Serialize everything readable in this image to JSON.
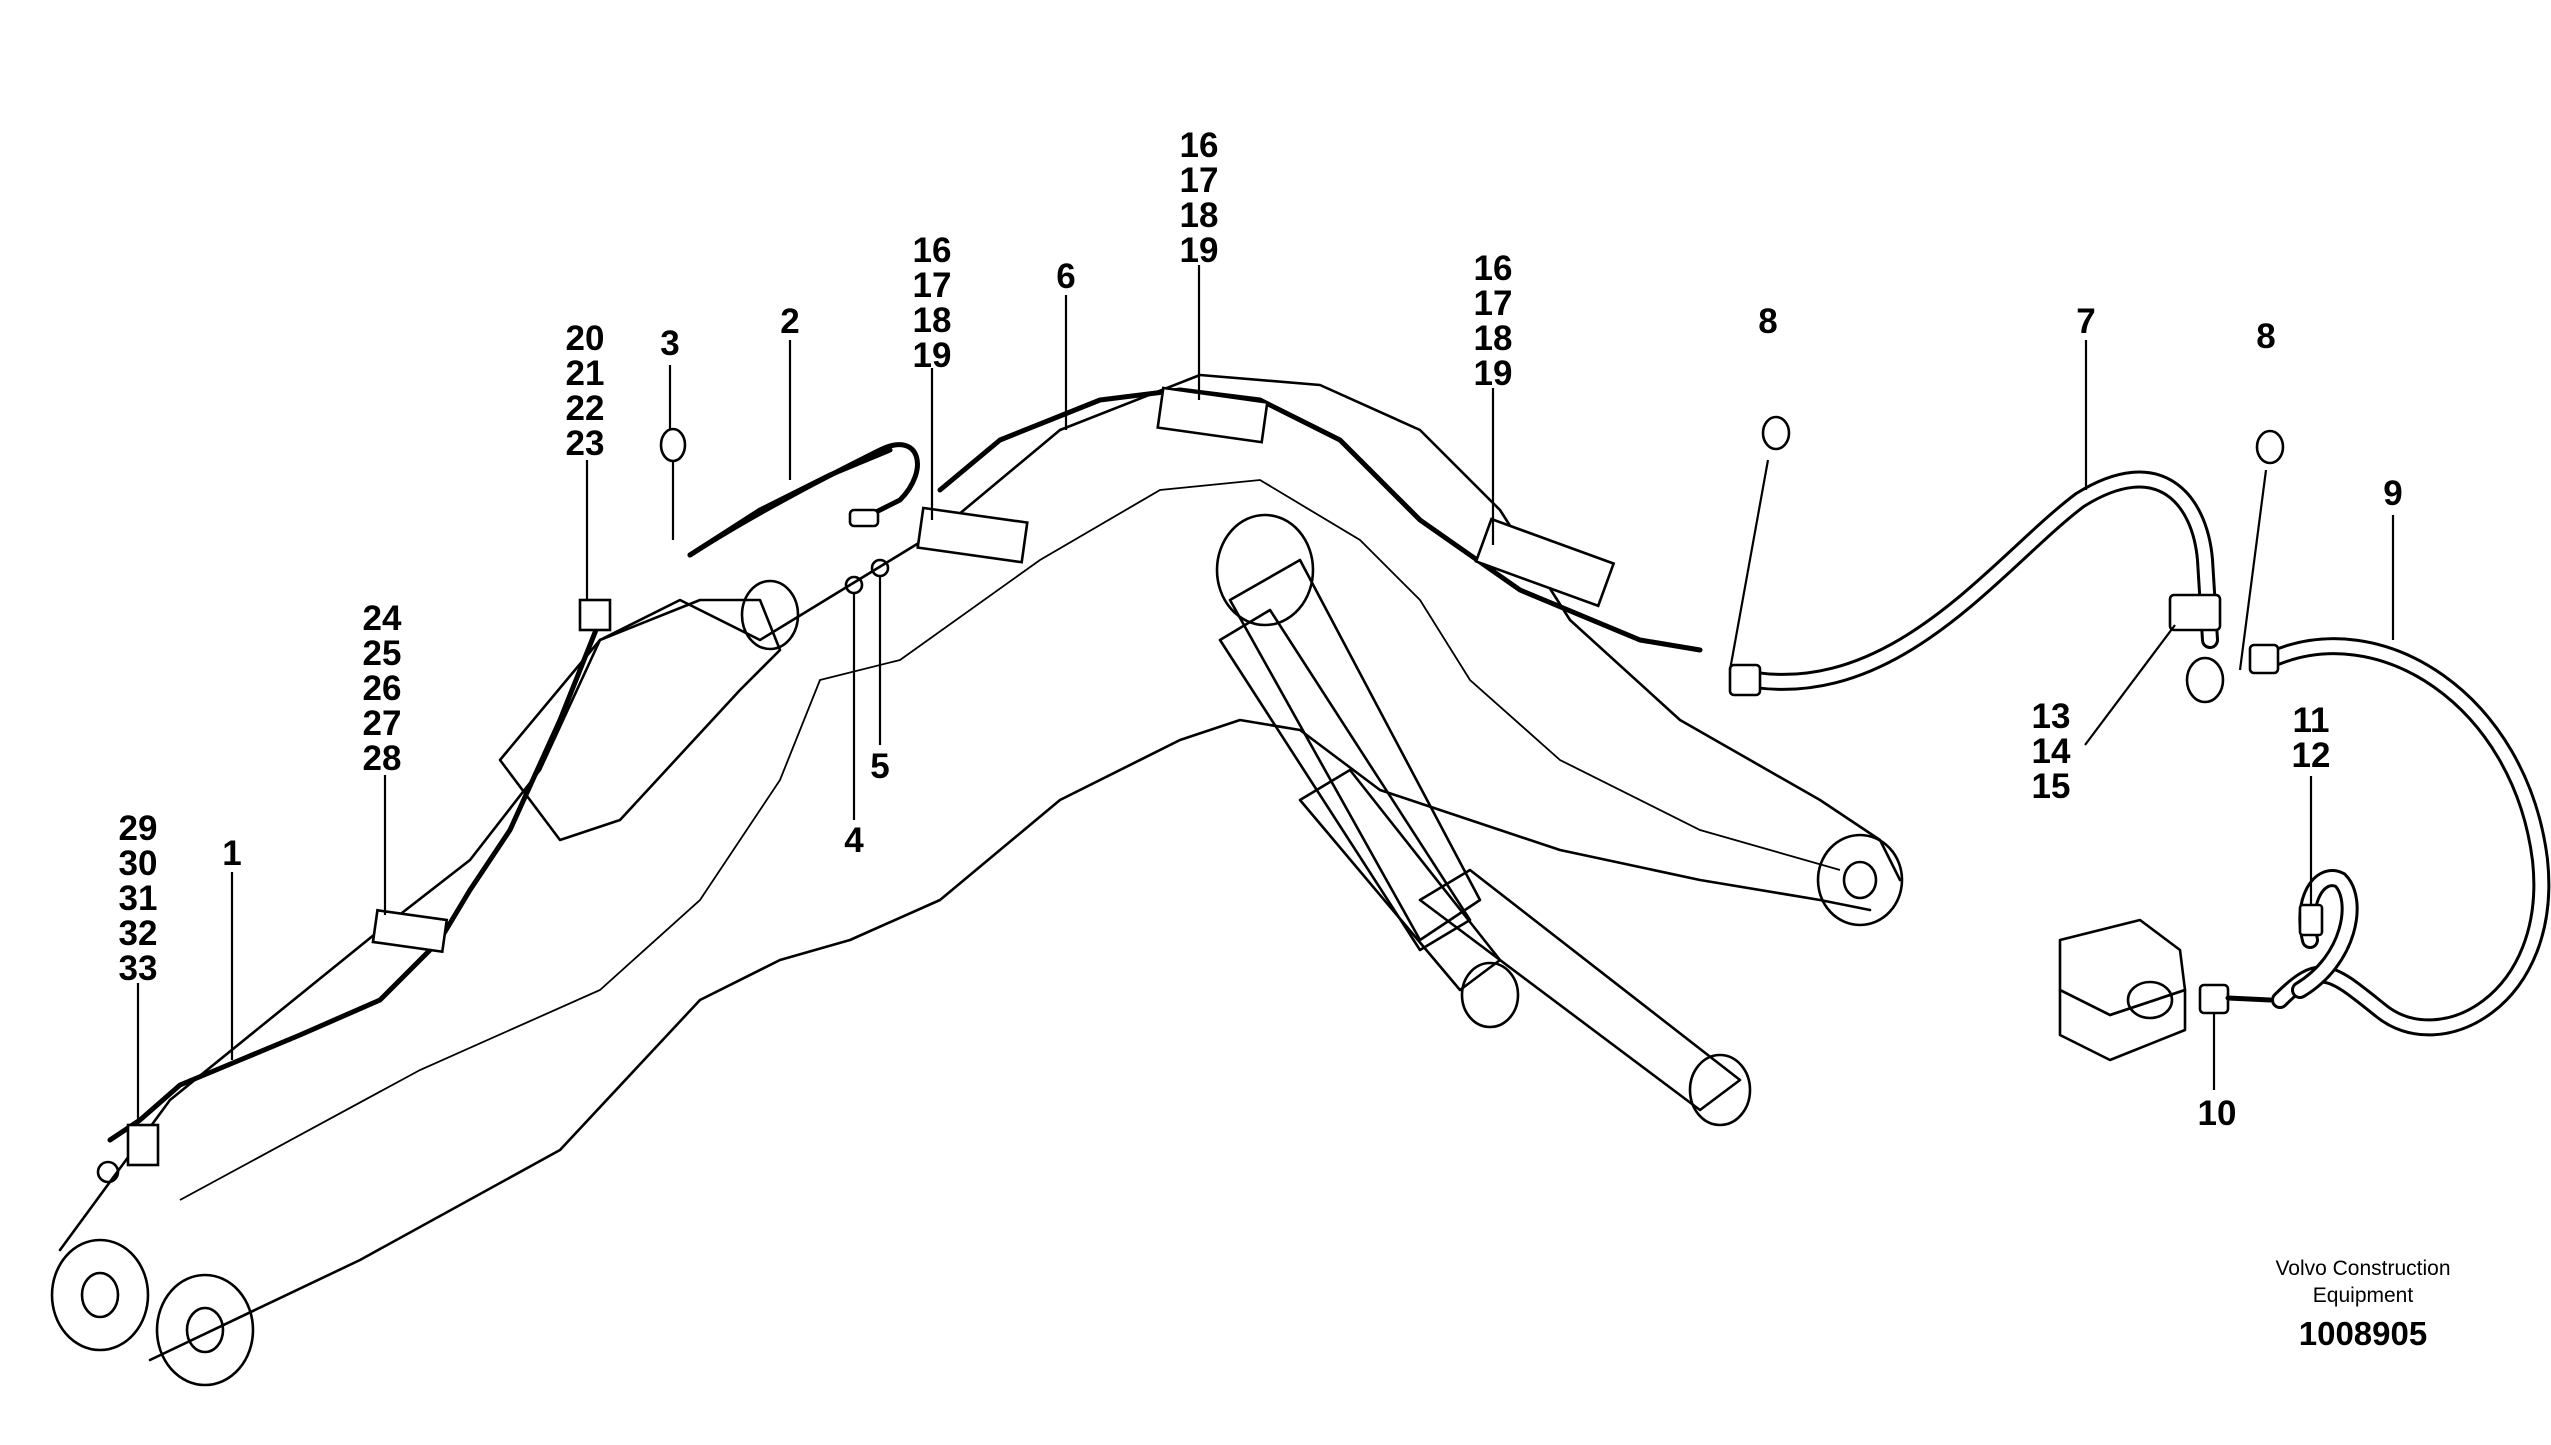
{
  "figure": {
    "caption_line1": "Volvo Construction",
    "caption_line2": "Equipment",
    "document_number": "1008905"
  },
  "callouts": {
    "c1": "1",
    "c2": "2",
    "c3": "3",
    "c4": "4",
    "c5": "5",
    "c6": "6",
    "c7": "7",
    "c8a": "8",
    "c8b": "8",
    "c9": "9",
    "c10": "10",
    "c11_12": [
      "11",
      "12"
    ],
    "c13_15": [
      "13",
      "14",
      "15"
    ],
    "c16_19_a": [
      "16",
      "17",
      "18",
      "19"
    ],
    "c16_19_b": [
      "16",
      "17",
      "18",
      "19"
    ],
    "c16_19_c": [
      "16",
      "17",
      "18",
      "19"
    ],
    "c20_23": [
      "20",
      "21",
      "22",
      "23"
    ],
    "c24_28": [
      "24",
      "25",
      "26",
      "27",
      "28"
    ],
    "c29_33": [
      "29",
      "30",
      "31",
      "32",
      "33"
    ]
  }
}
